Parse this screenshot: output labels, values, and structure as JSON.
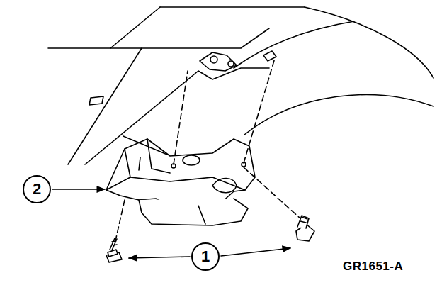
{
  "diagram": {
    "labels": [
      "2",
      "1",
      "GR1651-A"
    ]
  }
}
